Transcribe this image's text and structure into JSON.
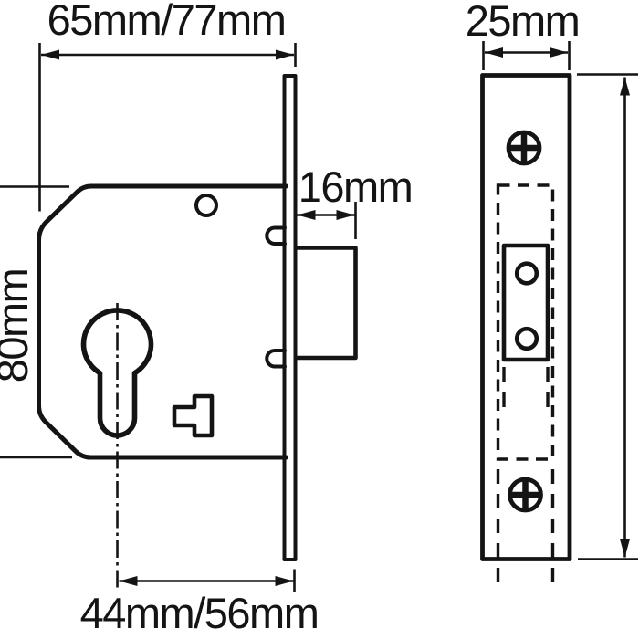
{
  "labels": {
    "case_width": "65mm/77mm",
    "faceplate_width": "25mm",
    "bolt_throw": "16mm",
    "backset": "44mm/56mm",
    "case_height": "80mm"
  },
  "colors": {
    "ink": "#141414",
    "background": "#ffffff"
  }
}
